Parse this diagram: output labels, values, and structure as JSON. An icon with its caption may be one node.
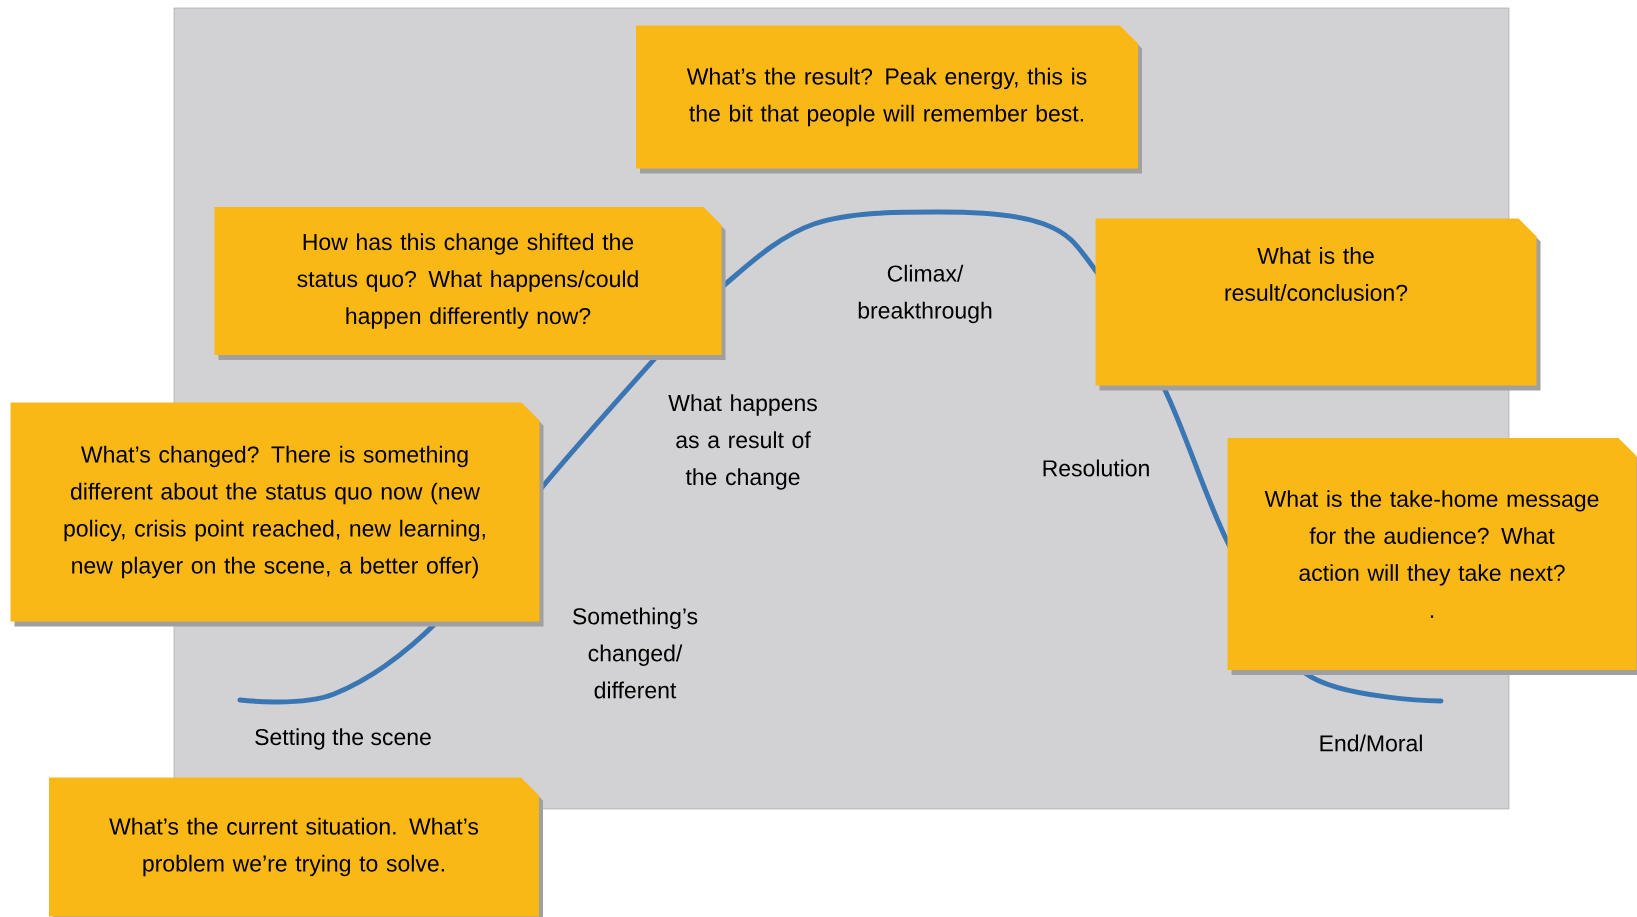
{
  "diagram": {
    "nodes": [
      {
        "text": [
          "What’s the result? Peak energy, this is the bit that people will remember best."
        ]
      },
      {
        "text": [
          "How has this change shifted the status quo? What happens/could happen differently now?"
        ]
      },
      {
        "text": [
          "What is the result/conclusion?"
        ]
      },
      {
        "text": [
          "What’s changed? There is something different about the status quo now (new policy, crisis point reached, new learning, new player on the scene, a better offer)"
        ]
      },
      {
        "text": [
          "What is the take-home message for the audience? What action will they take next?",
          "."
        ]
      },
      {
        "text": [
          "What’s the current situation. What’s problem we’re trying to solve."
        ]
      }
    ],
    "labels": [
      "Climax/ breakthrough",
      "What happens as a result of the change",
      "Resolution",
      "Something’s changed/ different",
      "Setting the scene",
      "End/Moral"
    ]
  }
}
